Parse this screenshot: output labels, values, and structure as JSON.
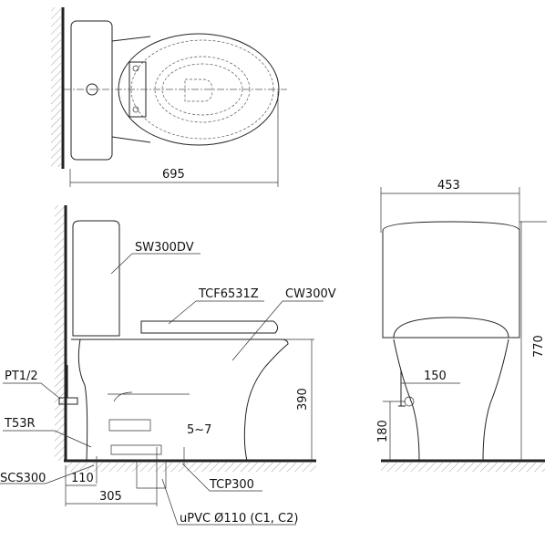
{
  "top_view": {
    "dim_length": "695"
  },
  "side_view": {
    "labels": {
      "tank": "SW300DV",
      "seat": "TCF6531Z",
      "bowl": "CW300V",
      "valve": "PT1/2",
      "hose": "T53R",
      "bolt": "SCS300",
      "gasket": "TCP300",
      "pipe": "uPVC Ø110 (C1, C2)"
    },
    "dims": {
      "height_rim": "390",
      "gap": "5~7",
      "wall_to_bolt": "110",
      "rough_in": "305"
    }
  },
  "front_view": {
    "dims": {
      "width": "453",
      "height": "770",
      "valve_offset": "150",
      "valve_height": "180"
    }
  }
}
